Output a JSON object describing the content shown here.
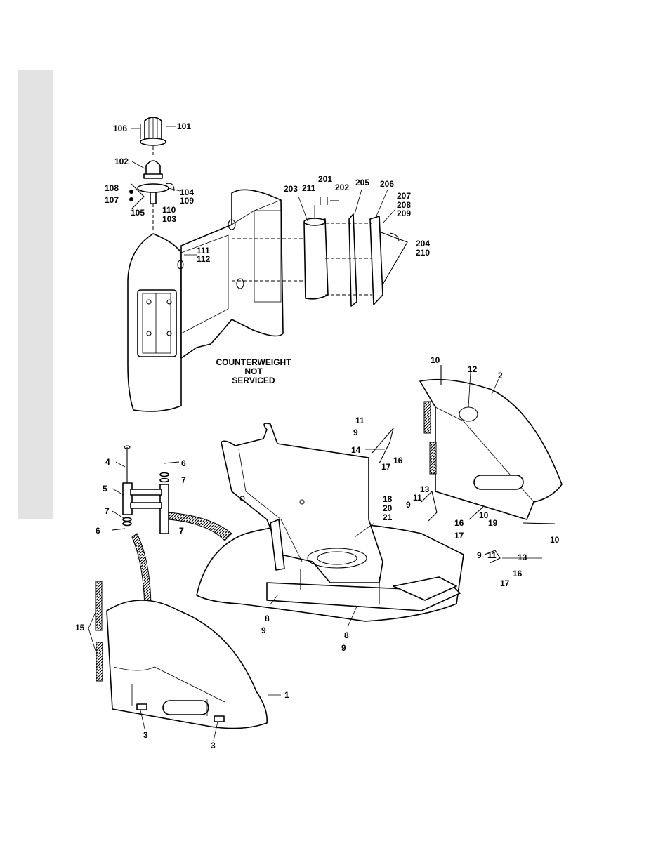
{
  "note": [
    "COUNTERWEIGHT",
    "NOT",
    "SERVICED"
  ],
  "callouts": [
    "106",
    "101",
    "102",
    "108",
    "107",
    "104",
    "109",
    "105",
    "110",
    "103",
    "111",
    "112",
    "203",
    "211",
    "201",
    "202",
    "205",
    "206",
    "207",
    "208",
    "209",
    "204",
    "210",
    "10",
    "12",
    "2",
    "11",
    "9",
    "14",
    "17",
    "16",
    "4",
    "6",
    "7",
    "5",
    "7",
    "7",
    "6",
    "7",
    "18",
    "20",
    "21",
    "13",
    "11",
    "9",
    "16",
    "17",
    "10",
    "19",
    "10",
    "9",
    "11",
    "13",
    "16",
    "17",
    "8",
    "9",
    "8",
    "9",
    "15",
    "1",
    "3",
    "3"
  ]
}
